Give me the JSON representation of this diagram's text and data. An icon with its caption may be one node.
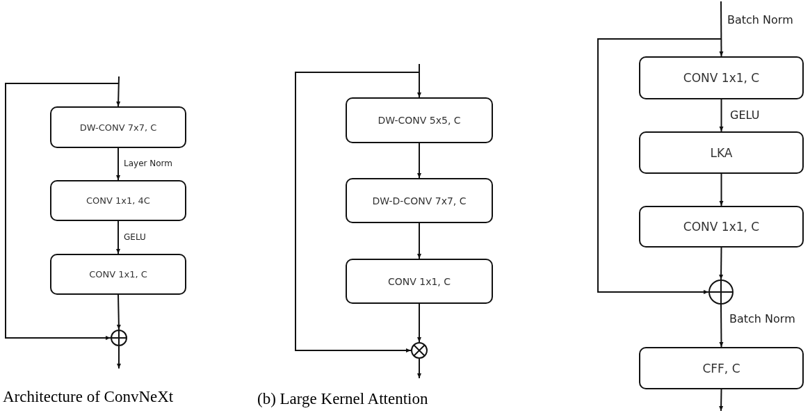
{
  "diagram": {
    "nodes": [
      {
        "text": [
          "DW-CONV 7x7, C"
        ]
      },
      {
        "text": [
          "CONV 1x1, 4C"
        ]
      },
      {
        "text": [
          "CONV 1x1, C"
        ]
      },
      {
        "text": [],
        "shape": "circle"
      },
      {
        "text": [
          "DW-CONV 5x5, C"
        ]
      },
      {
        "text": [
          "DW-D-CONV 7x7, C"
        ]
      },
      {
        "text": [
          "CONV 1x1, C"
        ]
      },
      {
        "text": [],
        "shape": "circle"
      },
      {
        "text": [
          "CONV 1x1, C"
        ]
      },
      {
        "text": [
          "LKA"
        ]
      },
      {
        "text": [
          "CONV 1x1, C"
        ]
      },
      {
        "text": [],
        "shape": "circle"
      },
      {
        "text": [
          "CFF, C"
        ]
      }
    ],
    "edges": [
      {
        "from": null,
        "to": 0,
        "arrow": "to"
      },
      {
        "from": null,
        "to": 3,
        "arrow": "to"
      },
      {
        "from": 0,
        "to": 1,
        "arrow": "to",
        "label": "Layer Norm"
      },
      {
        "from": 1,
        "to": 2,
        "arrow": "to",
        "label": "GELU"
      },
      {
        "from": 2,
        "to": 3,
        "arrow": "to"
      },
      {
        "from": 3,
        "to": null,
        "arrow": "to"
      },
      {
        "from": null,
        "to": 4,
        "arrow": "to"
      },
      {
        "from": null,
        "to": 7,
        "arrow": "to"
      },
      {
        "from": 4,
        "to": 5,
        "arrow": "to"
      },
      {
        "from": 5,
        "to": 6,
        "arrow": "to"
      },
      {
        "from": 6,
        "to": 7,
        "arrow": "to"
      },
      {
        "from": 7,
        "to": null,
        "arrow": "to"
      },
      {
        "from": null,
        "to": 8,
        "arrow": "to",
        "label": "Batch Norm"
      },
      {
        "from": null,
        "to": 11,
        "arrow": "to"
      },
      {
        "from": 8,
        "to": 9,
        "arrow": "to",
        "label": "GELU"
      },
      {
        "from": 9,
        "to": 10,
        "arrow": "to"
      },
      {
        "from": 10,
        "to": 11,
        "arrow": "to"
      },
      {
        "from": 11,
        "to": 12,
        "arrow": "to",
        "label": "Batch Norm"
      },
      {
        "from": 12,
        "to": null,
        "arrow": "to"
      }
    ],
    "labels": [
      "Architecture of ConvNeXt",
      "(b) Large Kernel Attention"
    ]
  }
}
